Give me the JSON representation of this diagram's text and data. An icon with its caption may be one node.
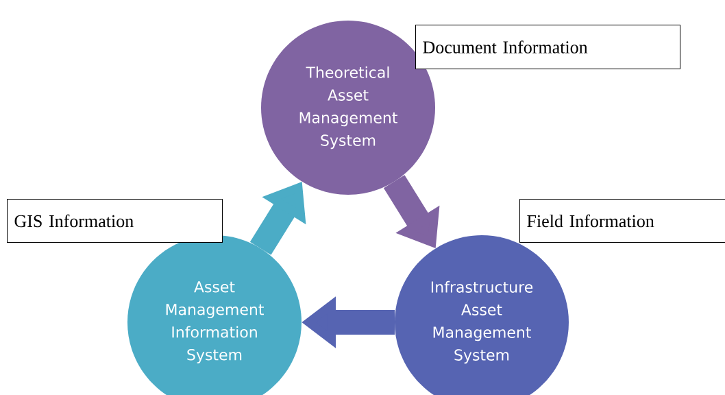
{
  "diagram": {
    "nodes": [
      {
        "text": [
          "Theoretical Asset Management System"
        ]
      },
      {
        "text": [
          "Infrastructure Asset Management System"
        ]
      },
      {
        "text": [
          "Asset Management Information System"
        ]
      },
      {
        "text": [
          "Document Information"
        ]
      },
      {
        "text": [
          "Field Information"
        ]
      },
      {
        "text": [
          "GIS Information"
        ]
      }
    ],
    "edges": [
      {
        "from": 0,
        "to": 1,
        "arrow": "to",
        "color": "#8064a2"
      },
      {
        "from": 1,
        "to": 2,
        "arrow": "to",
        "color": "#5664b2"
      },
      {
        "from": 2,
        "to": 0,
        "arrow": "to",
        "color": "#4bacc6"
      }
    ]
  }
}
